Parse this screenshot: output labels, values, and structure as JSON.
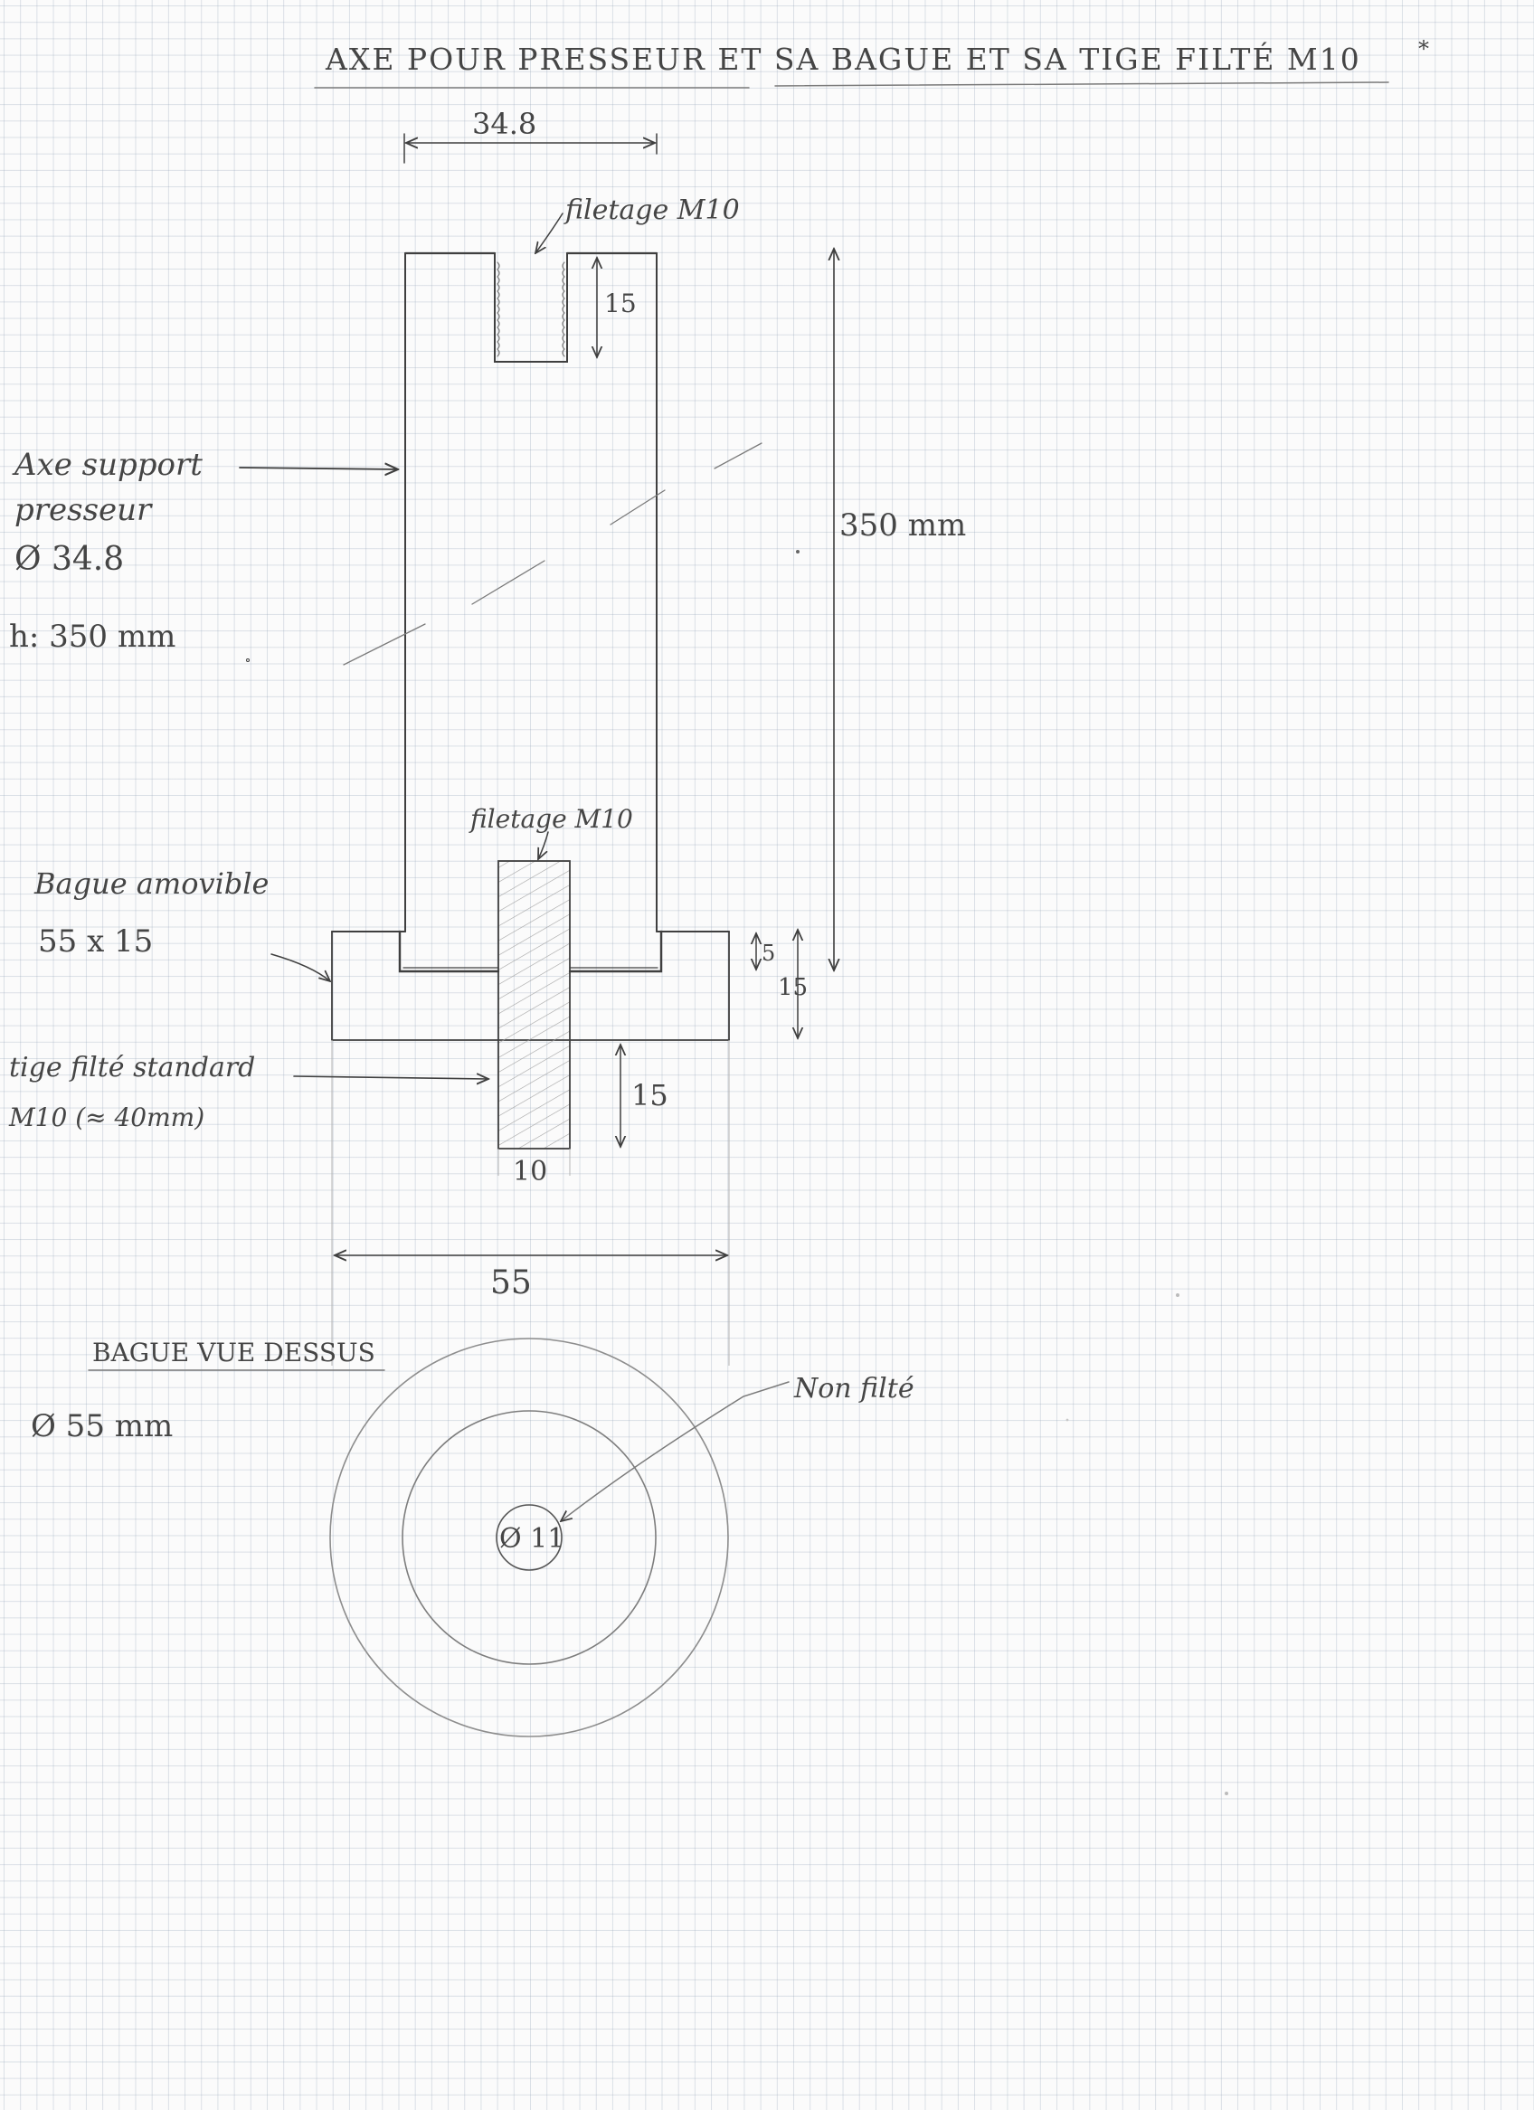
{
  "title": "AXE POUR PRESSEUR ET SA BAGUE ET SA TIGE FILTÉ M10",
  "title_mark": "*",
  "labels": {
    "top_width": "34.8",
    "thread_top": "filetage M10",
    "thread_depth": "15",
    "axe_label_1": "Axe support",
    "axe_label_2": "presseur",
    "axe_diameter": "Ø 34.8",
    "axe_height": "h: 350 mm",
    "overall_height": "350 mm",
    "thread_bottom": "filetage M10",
    "bague_label": "Bague amovible",
    "bague_size": "55 x 15",
    "recess_depth": "5",
    "bague_height": "15",
    "tige_label_1": "tige filté standard",
    "tige_label_2": "M10 (≈ 40mm)",
    "tige_protrusion": "15",
    "tige_width": "10",
    "bague_width": "55",
    "top_view_title": "BAGUE VUE DESSUS",
    "top_view_diameter": "Ø 55 mm",
    "non_filete": "Non filté",
    "hole_diameter": "Ø 11"
  },
  "colors": {
    "paper": "#fbfbfb",
    "grid": "#a6b2c4",
    "pencil": "#3f3f3f"
  }
}
